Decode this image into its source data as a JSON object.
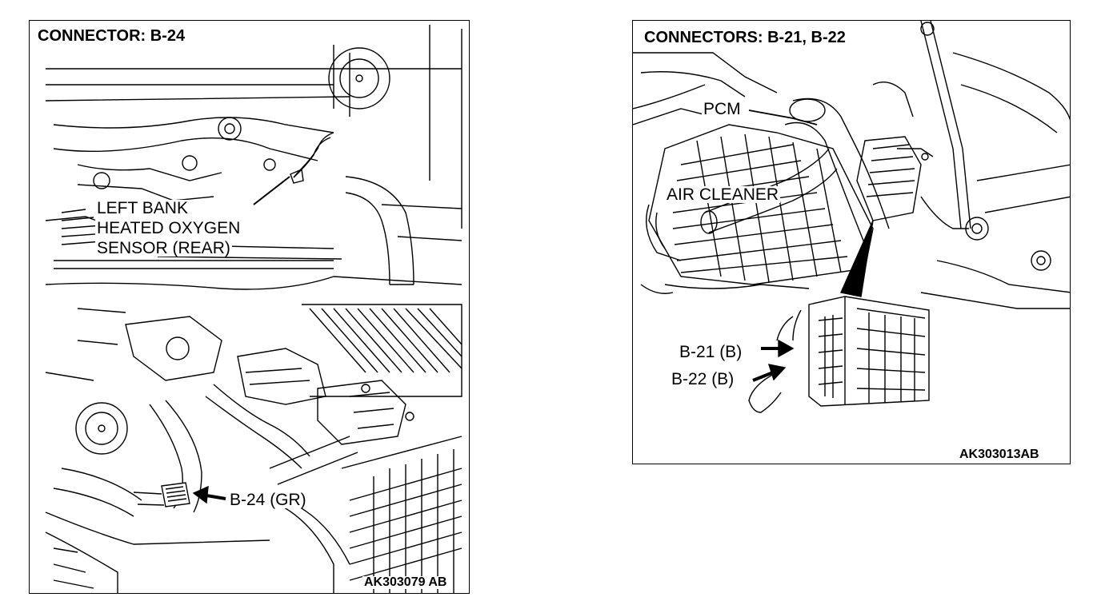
{
  "left_panel": {
    "title": "CONNECTOR: B-24",
    "label_sensor_line1": "LEFT BANK",
    "label_sensor_line2": "HEATED OXYGEN",
    "label_sensor_line3": "SENSOR (REAR)",
    "label_connector": "B-24 (GR)",
    "figure_code": "AK303079 AB"
  },
  "right_panel": {
    "title": "CONNECTORS: B-21, B-22",
    "label_pcm": "PCM",
    "label_air_cleaner": "AIR CLEANER",
    "label_b21": "B-21 (B)",
    "label_b22": "B-22 (B)",
    "figure_code": "AK303013AB"
  },
  "colors": {
    "line": "#000000",
    "background": "#ffffff"
  }
}
